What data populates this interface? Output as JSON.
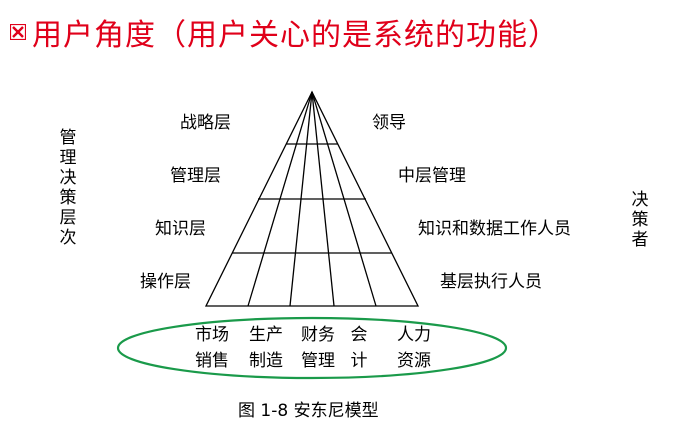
{
  "header": {
    "title": "用户角度（用户关心的是系统的功能）",
    "bullet_icon": "x-box-bullet-icon",
    "title_color": "#e0001a"
  },
  "diagram": {
    "left_vertical_label": "管理决策层次",
    "right_vertical_label": "决策者",
    "layers": [
      {
        "level": "战略层",
        "actor": "领导"
      },
      {
        "level": "管理层",
        "actor": "中层管理"
      },
      {
        "level": "知识层",
        "actor": "知识和数据工作人员"
      },
      {
        "level": "操作层",
        "actor": "基层执行人员"
      }
    ],
    "functions": [
      {
        "top": "市场",
        "bottom": "销售"
      },
      {
        "top": "生产",
        "bottom": "制造"
      },
      {
        "top": "财务",
        "bottom": "管理"
      },
      {
        "top": "会",
        "bottom": "计"
      },
      {
        "top": "人力",
        "bottom": "资源"
      }
    ],
    "ellipse_color": "#1a9a4a"
  },
  "caption": "图 1-8 安东尼模型"
}
